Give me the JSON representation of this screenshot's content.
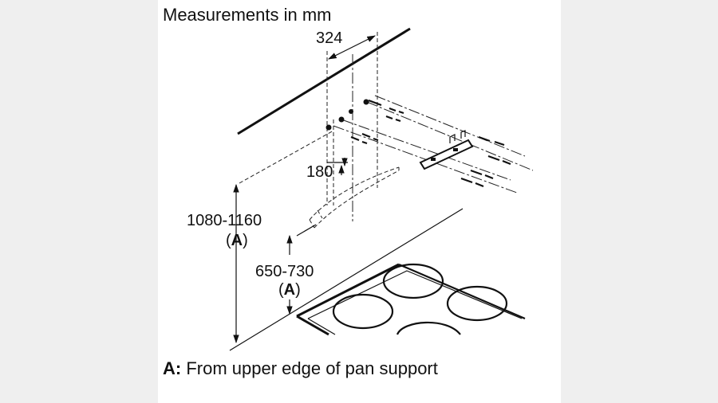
{
  "title": "Measurements in mm",
  "dimensions": {
    "width_top": "324",
    "offset": "180",
    "overall_height": "1080-1160",
    "overall_height_ref": "A",
    "lower_height": "650-730",
    "lower_height_ref": "A"
  },
  "legend": {
    "key": "A:",
    "text": " From upper edge of pan support"
  },
  "colors": {
    "background": "#efefef",
    "panel": "#ffffff",
    "ink": "#111111"
  }
}
